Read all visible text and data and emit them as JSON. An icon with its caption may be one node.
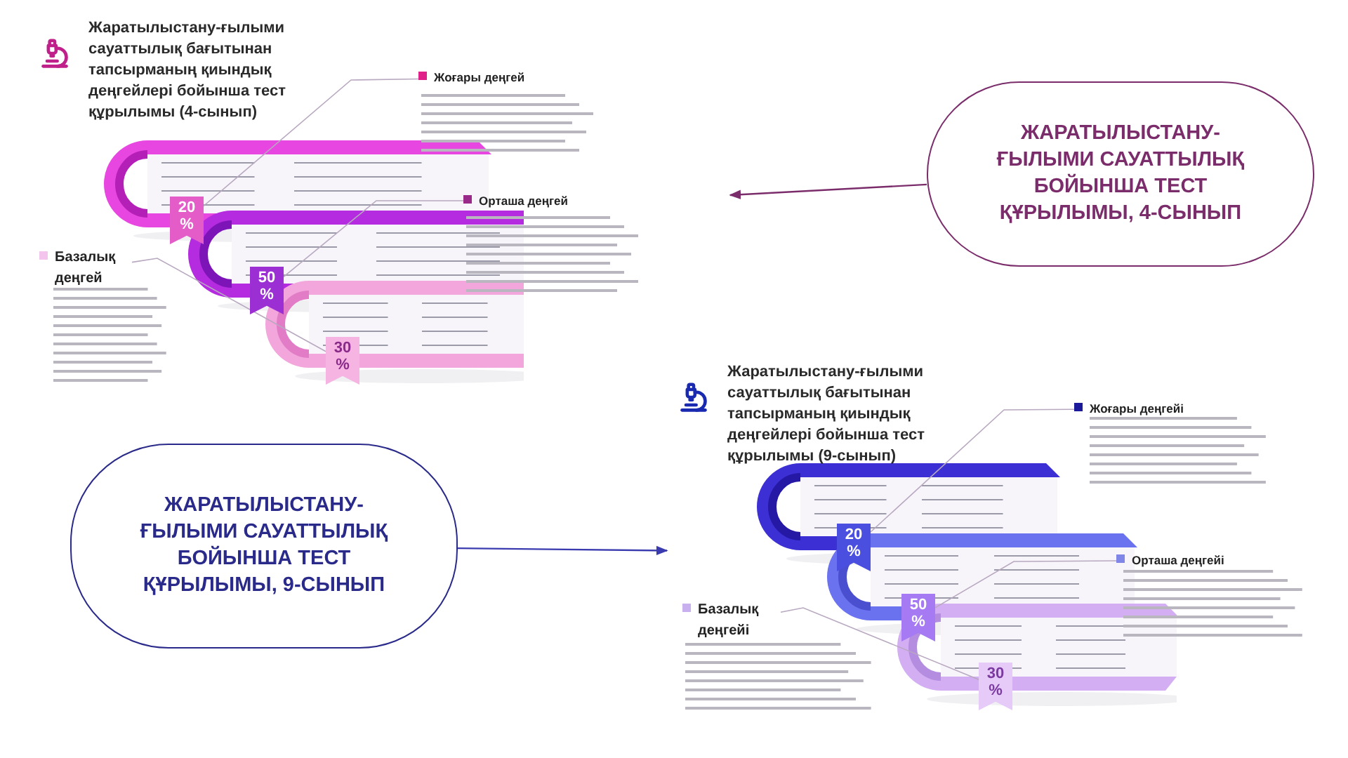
{
  "diagram": {
    "nodes": [
      {
        "text": [
          "Жаратылыстану-ғылыми сауаттылық бағытынан тапсырманың қиындық деңгейлері бойынша тест құрылымы (4-сынып)"
        ]
      },
      {
        "text": [
          "Жоғары деңгей"
        ],
        "in": 0
      },
      {
        "text": [
          "Орташа деңгей"
        ],
        "in": 0
      },
      {
        "text": [
          "Базалық деңгей"
        ],
        "in": 0
      },
      {
        "text": [
          "20 %"
        ],
        "in": 0
      },
      {
        "text": [
          "50 %"
        ],
        "in": 0
      },
      {
        "text": [
          "30 %"
        ],
        "in": 0
      },
      {
        "text": [
          "ЖАРАТЫЛЫСТАНУ-ҒЫЛЫМИ САУАТТЫЛЫҚ БОЙЫНША ТЕСТ ҚҰРЫЛЫМЫ, 4-СЫНЫП"
        ]
      },
      {
        "text": [
          "Жаратылыстану-ғылыми сауаттылық бағытынан тапсырманың қиындық деңгейлері бойынша тест құрылымы (9-сынып)"
        ]
      },
      {
        "text": [
          "Жоғары деңгейі"
        ],
        "in": 8
      },
      {
        "text": [
          "Орташа деңгейі"
        ],
        "in": 8
      },
      {
        "text": [
          "Базалық деңгейі"
        ],
        "in": 8
      },
      {
        "text": [
          "20 %"
        ],
        "in": 8
      },
      {
        "text": [
          "50 %"
        ],
        "in": 8
      },
      {
        "text": [
          "30 %"
        ],
        "in": 8
      },
      {
        "text": [
          "ЖАРАТЫЛЫСТАНУ-ҒЫЛЫМИ САУАТТЫЛЫҚ БОЙЫНША ТЕСТ ҚҰРЫЛЫМЫ, 9-СЫНЫП"
        ]
      }
    ],
    "edges": [
      {
        "from": 4,
        "to": 1,
        "arrow": "none"
      },
      {
        "from": 5,
        "to": 2,
        "arrow": "none"
      },
      {
        "from": 6,
        "to": 3,
        "arrow": "none"
      },
      {
        "from": 7,
        "to": 0,
        "arrow": "to",
        "color": "#7b2d6b"
      },
      {
        "from": 12,
        "to": 9,
        "arrow": "none"
      },
      {
        "from": 13,
        "to": 10,
        "arrow": "none"
      },
      {
        "from": 14,
        "to": 11,
        "arrow": "none"
      },
      {
        "from": 15,
        "to": 8,
        "arrow": "to",
        "color": "#3b3bb0"
      }
    ]
  }
}
